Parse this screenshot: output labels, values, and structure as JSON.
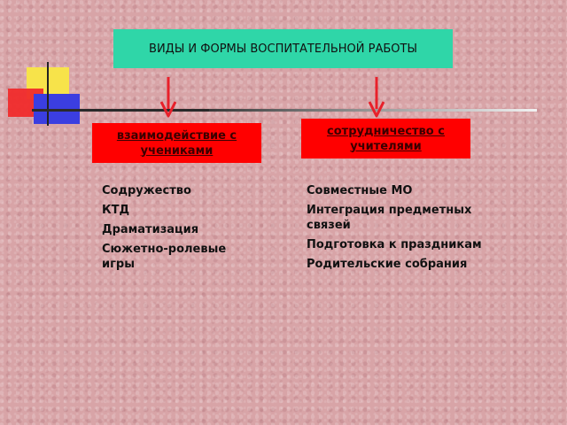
{
  "title": "ВИДЫ И ФОРМЫ ВОСПИТАТЕЛЬНОЙ РАБОТЫ",
  "colors": {
    "title_bg": "#2fd6a8",
    "box_bg": "#ff0000",
    "arrow": "#e8202a",
    "background": "#d8a4a7"
  },
  "branches": [
    {
      "label": "взаимодействие с учениками",
      "items": [
        "Содружество",
        "КТД",
        "Драматизация",
        "Сюжетно-ролевые игры"
      ]
    },
    {
      "label": "сотрудничество с учителями",
      "items": [
        "Совместные МО",
        "Интеграция предметных связей",
        "Подготовка к праздникам",
        "Родительские собрания"
      ]
    }
  ]
}
